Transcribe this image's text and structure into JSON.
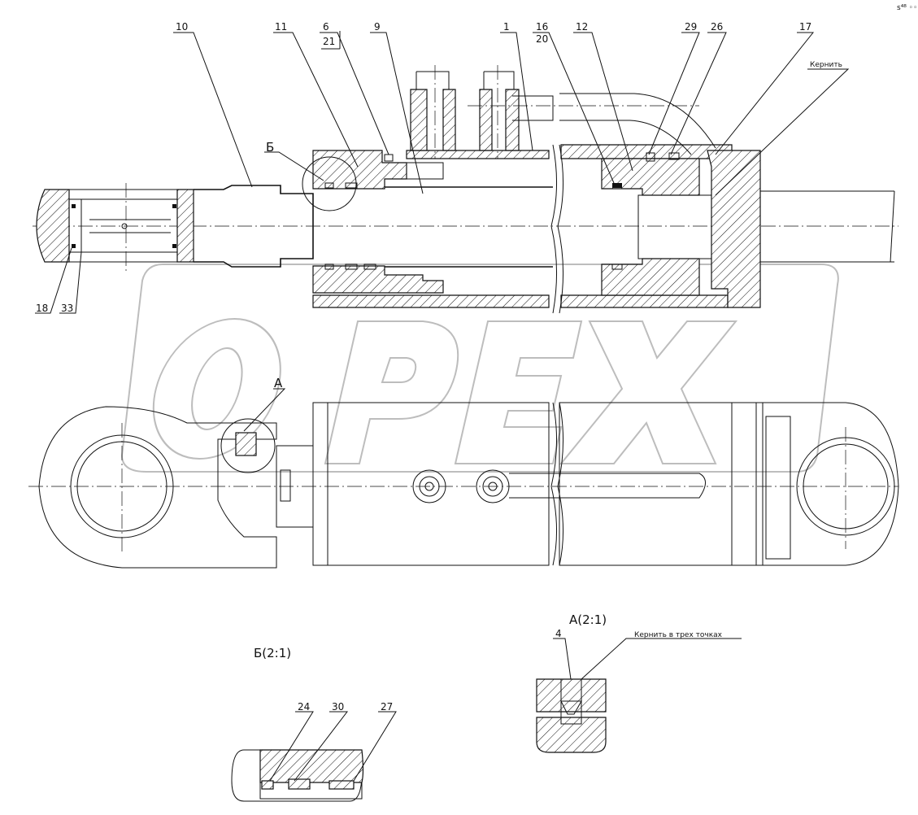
{
  "watermark": {
    "text": "ОРЕХ"
  },
  "corner_mark": "s⁴⁸ ◦◦◦",
  "callouts": {
    "c10": "10",
    "c11": "11",
    "c6": "6",
    "c21": "21",
    "c9": "9",
    "c1": "1",
    "c16": "16",
    "c20": "20",
    "c12": "12",
    "c29": "29",
    "c26": "26",
    "c17": "17",
    "c18": "18",
    "c33": "33",
    "c4": "4",
    "c24": "24",
    "c30": "30",
    "c27": "27",
    "cB": "Б",
    "cA": "А"
  },
  "notes": {
    "kernit": "Кернить",
    "kernit3": "Кернить в трех точках"
  },
  "views": {
    "view_a": "А(2:1)",
    "view_b": "Б(2:1)"
  },
  "colors": {
    "line": "#111111",
    "watermark": "#bdbdbd",
    "background": "#ffffff"
  }
}
